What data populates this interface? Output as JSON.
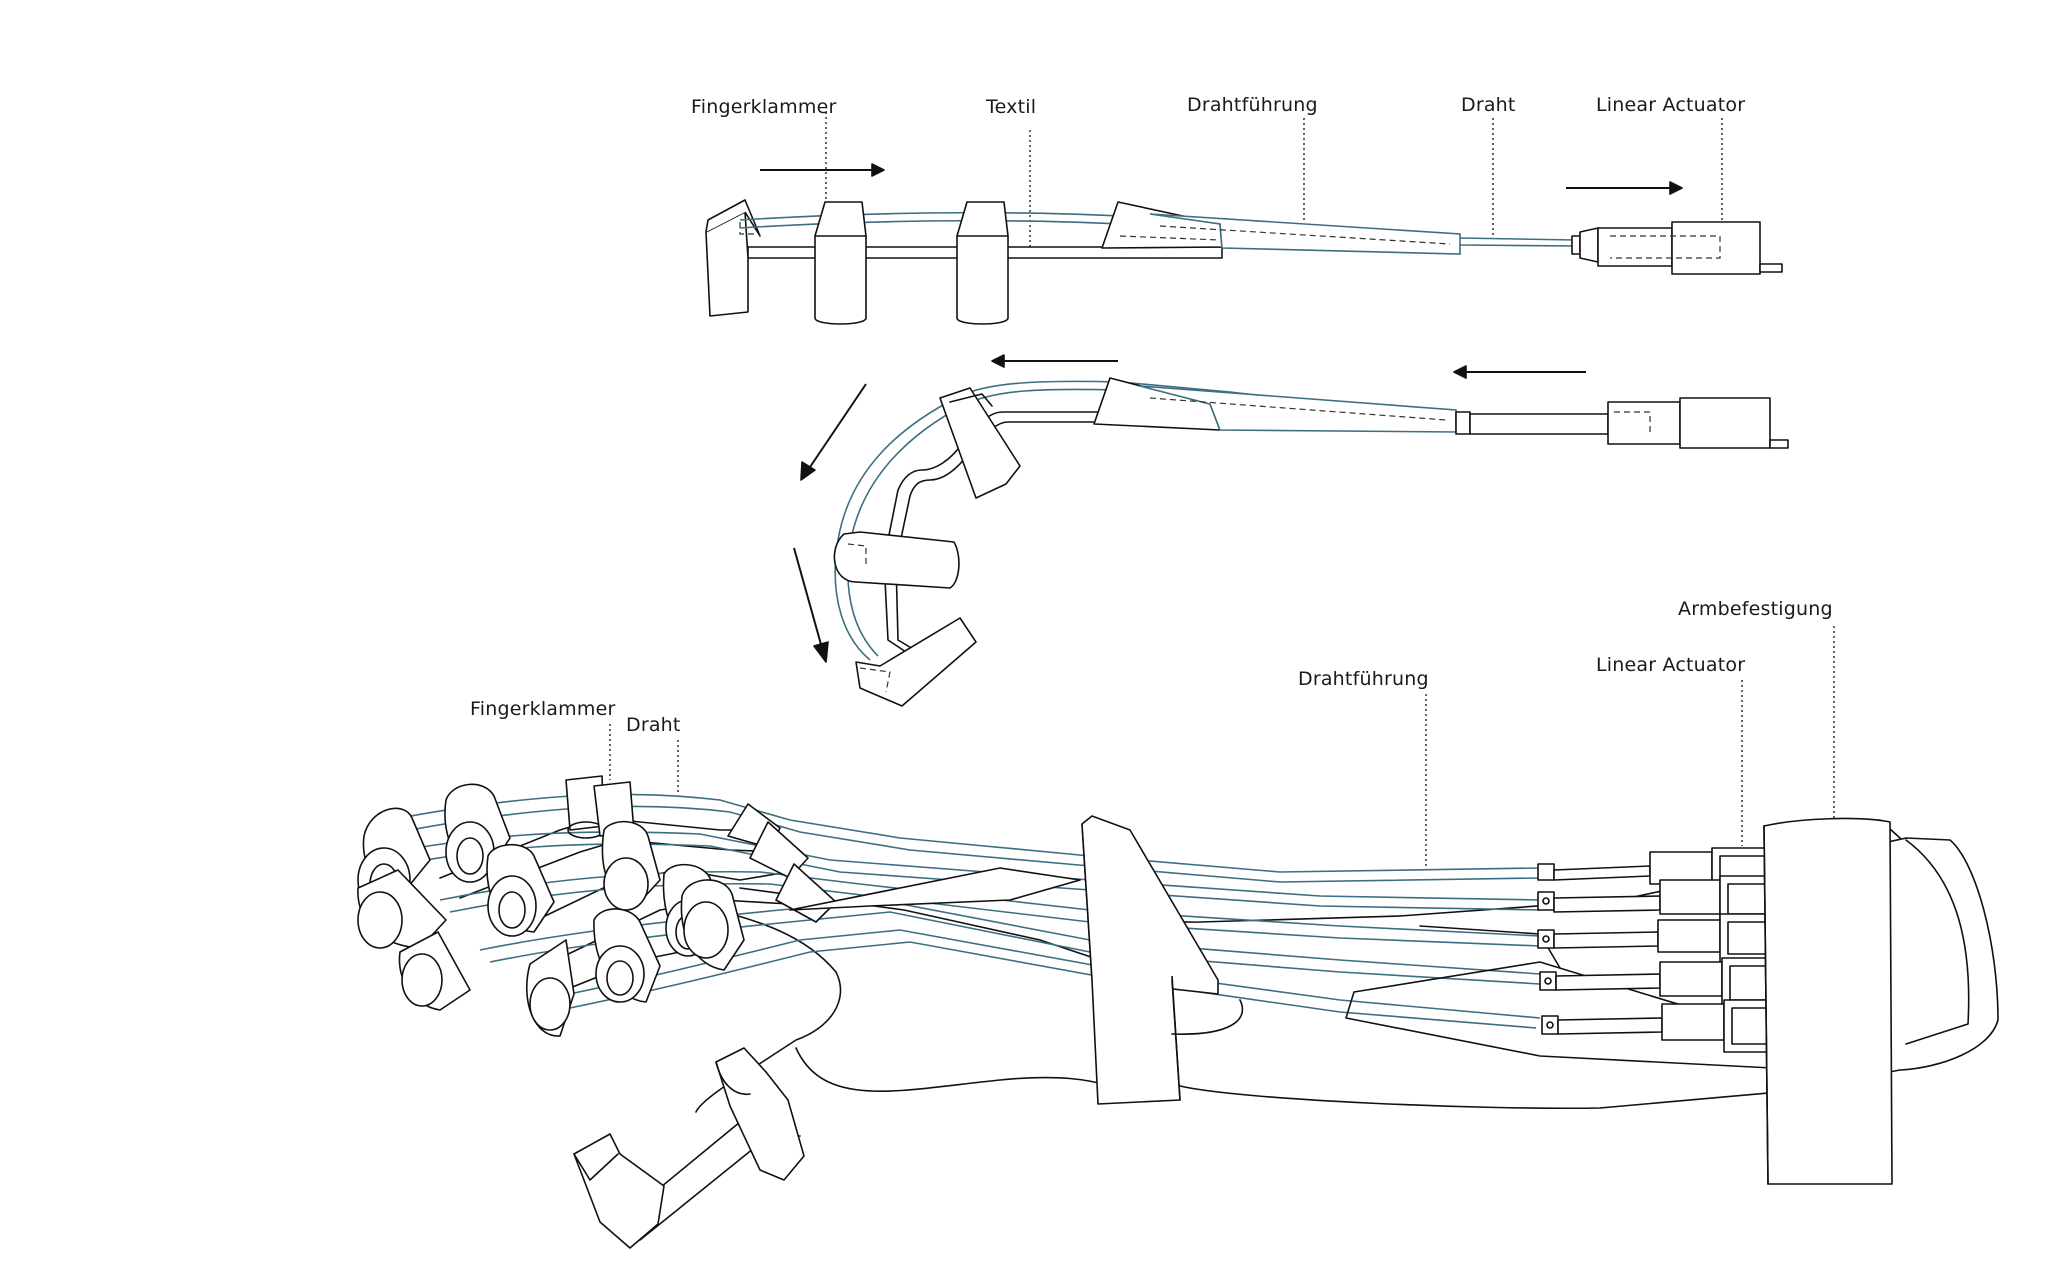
{
  "diagram": {
    "top": {
      "labels": {
        "finger_clamp": "Fingerklammer",
        "textile": "Textil",
        "wire_guide": "Drahtführung",
        "wire": "Draht",
        "linear_actuator": "Linear Actuator"
      }
    },
    "bottom": {
      "labels": {
        "finger_clamp": "Fingerklammer",
        "wire": "Draht",
        "wire_guide": "Drahtführung",
        "linear_actuator": "Linear Actuator",
        "arm_mount": "Armbefestigung"
      }
    },
    "colors": {
      "ink": "#111111",
      "wire": "#3d6f82"
    }
  }
}
